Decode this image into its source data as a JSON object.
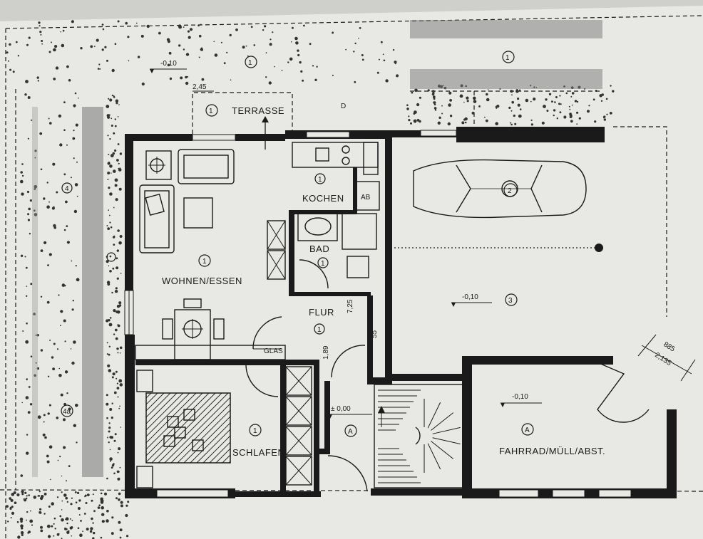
{
  "rooms": {
    "terrasse": {
      "label": "TERRASSE",
      "num": "1"
    },
    "kochen": {
      "label": "KOCHEN",
      "num": "1",
      "ab": "AB"
    },
    "bad": {
      "label": "BAD",
      "num": "1"
    },
    "wohnen": {
      "label": "WOHNEN/ESSEN",
      "num": "1"
    },
    "flur": {
      "label": "FLUR",
      "num": "1",
      "glas": "GLAS"
    },
    "schlafen": {
      "label": "SCHLAFEN",
      "num": "1"
    },
    "garage": {
      "num": "3",
      "car_num": "2"
    },
    "fahrrad": {
      "label": "FAHRRAD/MÜLL/ABST.",
      "num": "A"
    },
    "entrance": {
      "num": "A"
    }
  },
  "levels": {
    "top": "-0,10",
    "garage": "-0,10",
    "fahrrad": "-0,10",
    "entrance": "± 0,00"
  },
  "dimensions": {
    "terrasse_width": "2,45",
    "flur_189": "1,89",
    "d_725": "7,25",
    "d_55": "55",
    "diag_885": "885",
    "diag_2135": "2,135"
  },
  "site_markers": {
    "top_left": "1",
    "top_right": "1",
    "left_4": "4",
    "left_4a": "4a",
    "d_letter": "D"
  }
}
